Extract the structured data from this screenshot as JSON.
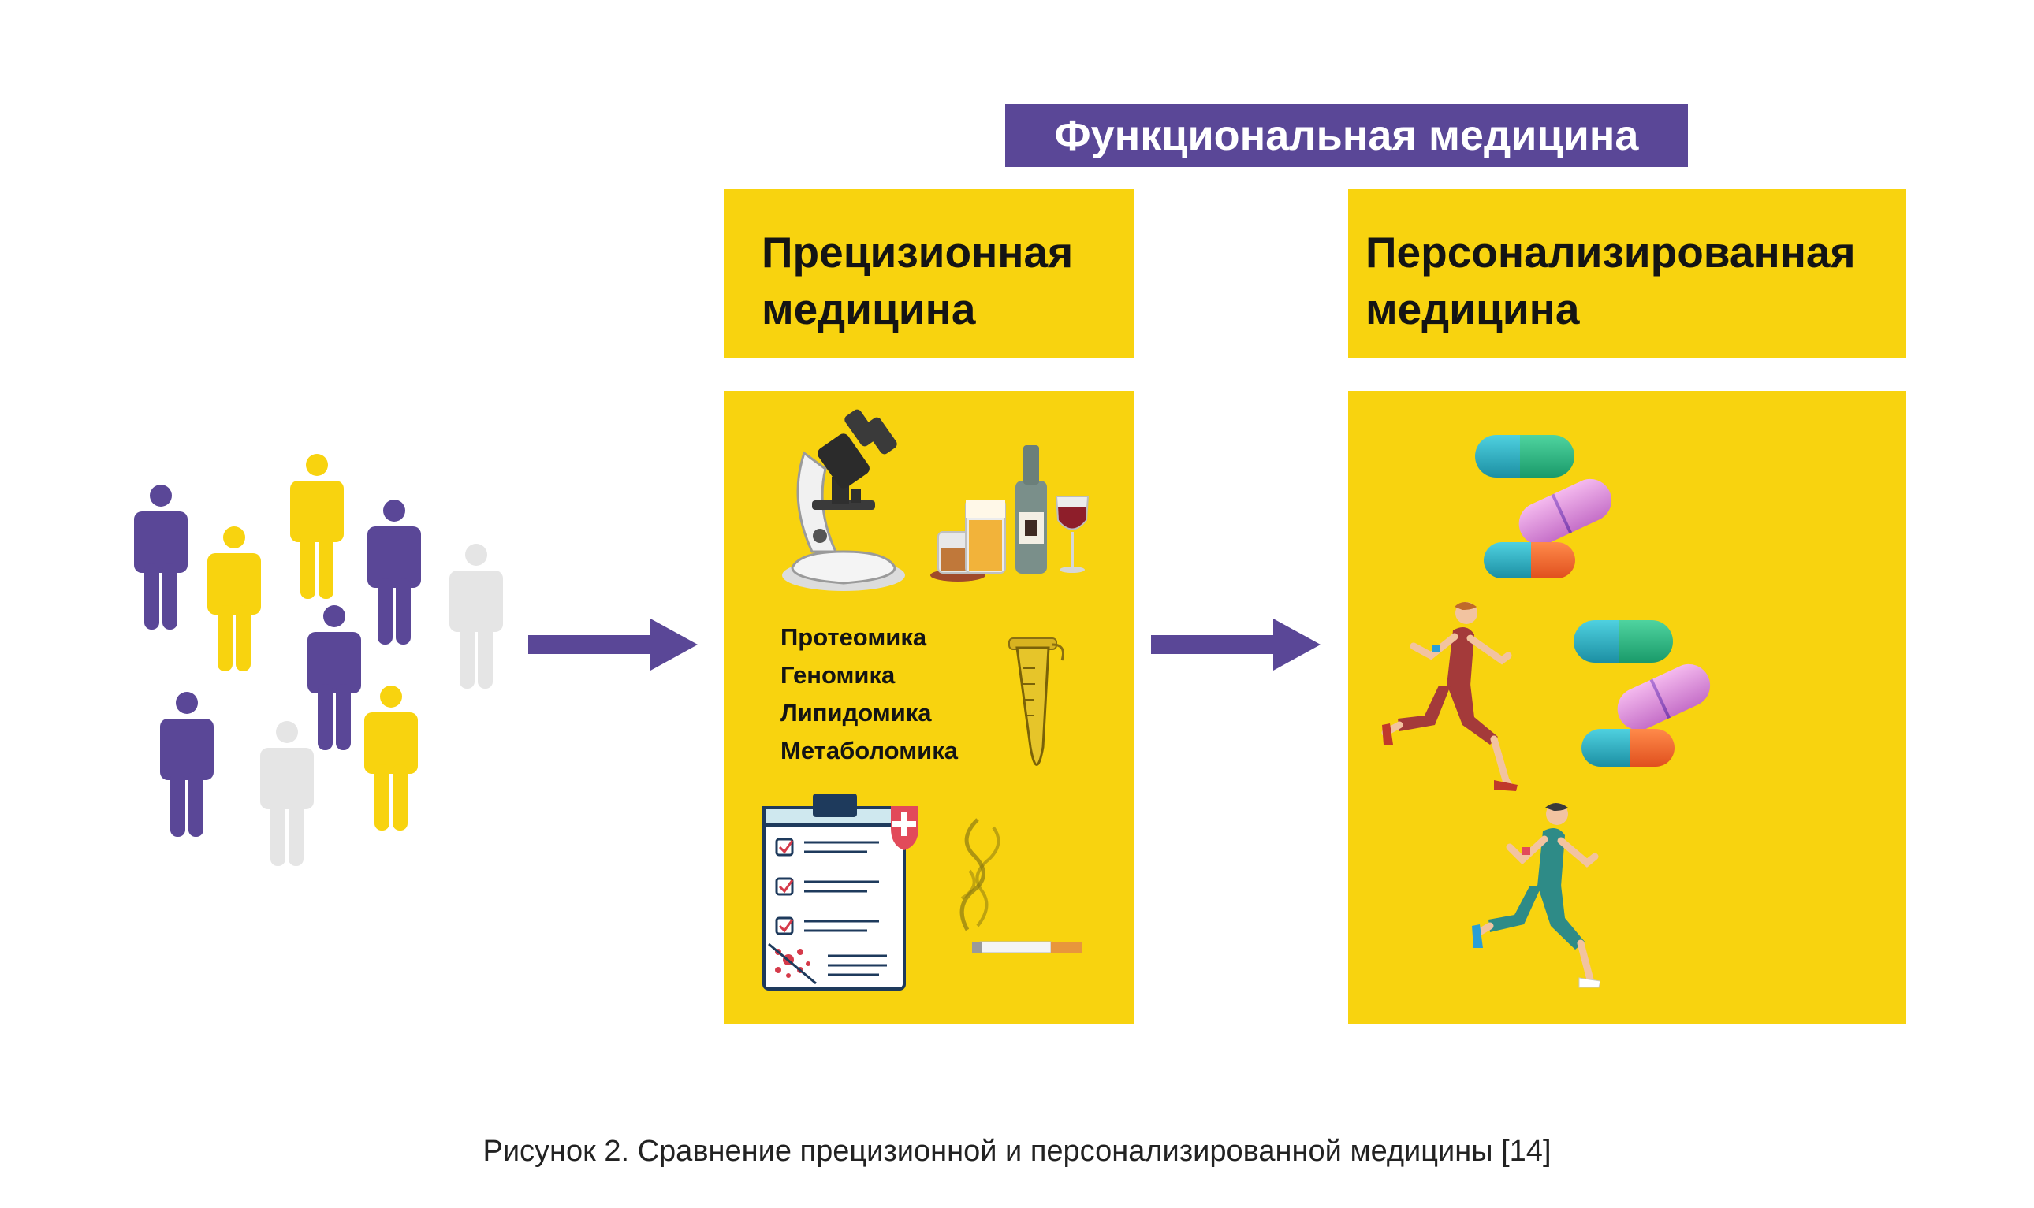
{
  "banner": {
    "label": "Функциональная медицина",
    "color": "#5a4797"
  },
  "precision": {
    "title_line1": "Прецизионная",
    "title_line2": "медицина",
    "omics": [
      "Протеомика",
      "Геномика",
      "Липидомика",
      "Метаболомика"
    ]
  },
  "personalized": {
    "title_line1": "Персонализированная",
    "title_line2": "медицина"
  },
  "caption": "Рисунок 2. Сравнение прецизионной и персонализированной медицины [14]",
  "colors": {
    "yellow": "#f8d30f",
    "purple": "#5a4797",
    "gray": "#e5e5e5",
    "text": "#141414"
  },
  "icons": {
    "people": "people-icon",
    "arrow": "arrow-right-icon",
    "microscope": "microscope-icon",
    "bottles": "alcohol-bottles-icon",
    "tube": "test-tube-icon",
    "clipboard": "medical-clipboard-icon",
    "cigarette": "cigarette-icon",
    "capsules": "capsule-icon",
    "runners": "runner-icon"
  }
}
